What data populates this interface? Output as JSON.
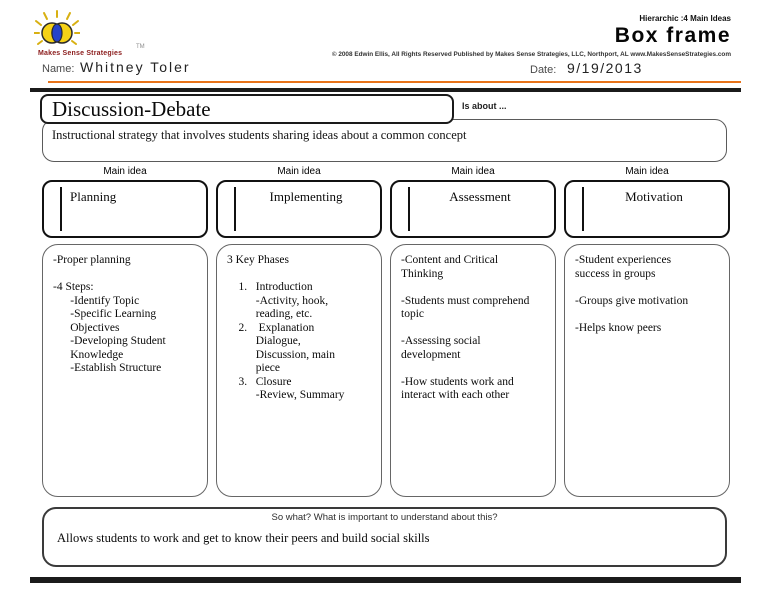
{
  "header": {
    "brand": "Makes Sense Strategies",
    "trademark": "TM",
    "hierarchy_label": "Hierarchic :4 Main Ideas",
    "template_name": "Box frame",
    "copyright": "© 2008 Edwin Ellis, All Rights Reserved   Published by Makes Sense Strategies, LLC, Northport, AL   www.MakesSenseStrategies.com",
    "name_label": "Name:",
    "name_value": "Whitney Toler",
    "date_label": "Date:",
    "date_value": "9/19/2013"
  },
  "title_section": {
    "title": "Discussion-Debate",
    "is_about_label": "Is about ...",
    "description": "Instructional strategy that involves students sharing ideas about a common concept"
  },
  "columns": [
    {
      "label": "Main idea",
      "title": "Planning",
      "content": "-Proper planning\n\n-4 Steps:\n      -Identify Topic\n      -Specific Learning\n      Objectives\n      -Developing Student\n      Knowledge\n      -Establish Structure"
    },
    {
      "label": "Main idea",
      "title": "Implementing",
      "content": "3 Key Phases\n\n    1.   Introduction\n          -Activity, hook,\n          reading, etc.\n    2.    Explanation\n          Dialogue,\n          Discussion, main\n          piece\n    3.   Closure\n          -Review, Summary"
    },
    {
      "label": "Main idea",
      "title": "Assessment",
      "content": "-Content and Critical\nThinking\n\n-Students must comprehend\ntopic\n\n-Assessing social\ndevelopment\n\n-How students work and\ninteract with each other"
    },
    {
      "label": "Main idea",
      "title": "Motivation",
      "content": "-Student experiences\nsuccess in groups\n\n-Groups give motivation\n\n-Helps know peers"
    }
  ],
  "so_what": {
    "prompt": "So what? What is important to understand about this?",
    "answer": "Allows students to work and get to know their peers and build social skills"
  },
  "colors": {
    "divider_orange": "#e8731a",
    "rule_black": "#1b1b1b",
    "brand_maroon": "#8b1c1c",
    "logo_yellow": "#f5d117",
    "logo_blue": "#2543c9",
    "border_dark": "#1a1a1a",
    "border_gray": "#5a5a5a"
  }
}
